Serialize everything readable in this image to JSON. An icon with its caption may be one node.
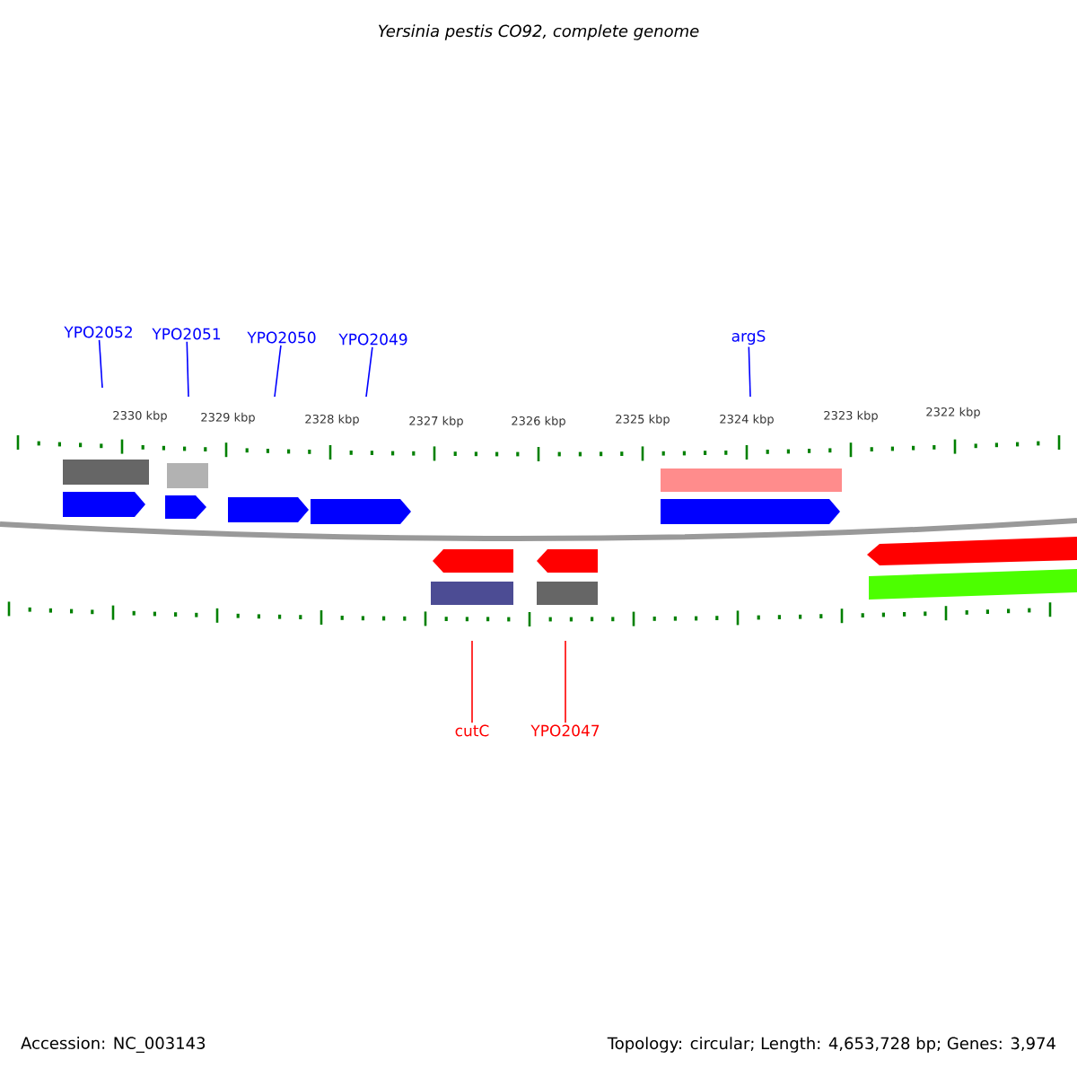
{
  "diagram": {
    "title": "Yersinia pestis CO92, complete genome",
    "nodes": [
      {
        "text": [
          "YPO2052"
        ]
      },
      {
        "text": [
          "YPO2051"
        ]
      },
      {
        "text": [
          "YPO2050"
        ]
      },
      {
        "text": [
          "YPO2049"
        ]
      },
      {
        "text": [
          "argS"
        ]
      },
      {
        "text": [
          "cutC"
        ]
      },
      {
        "text": [
          "YPO2047"
        ]
      }
    ],
    "edges": [
      {
        "from": 0,
        "to": null,
        "arrow": "none"
      },
      {
        "from": 1,
        "to": null,
        "arrow": "none"
      },
      {
        "from": 2,
        "to": null,
        "arrow": "none"
      },
      {
        "from": 3,
        "to": null,
        "arrow": "none"
      },
      {
        "from": 4,
        "to": null,
        "arrow": "none"
      },
      {
        "from": 5,
        "to": null,
        "arrow": "none",
        "color": "#ff0000"
      },
      {
        "from": 6,
        "to": null,
        "arrow": "none",
        "color": "#ff0000"
      }
    ],
    "labels": [
      "2330 kbp",
      "2329 kbp",
      "2328 kbp",
      "2327 kbp",
      "2326 kbp",
      "2325 kbp",
      "2324 kbp",
      "2323 kbp",
      "2322 kbp",
      "Accession: NC_003143",
      "Topology: circular; Length: 4,653,728 bp; Genes: 3,974"
    ]
  }
}
